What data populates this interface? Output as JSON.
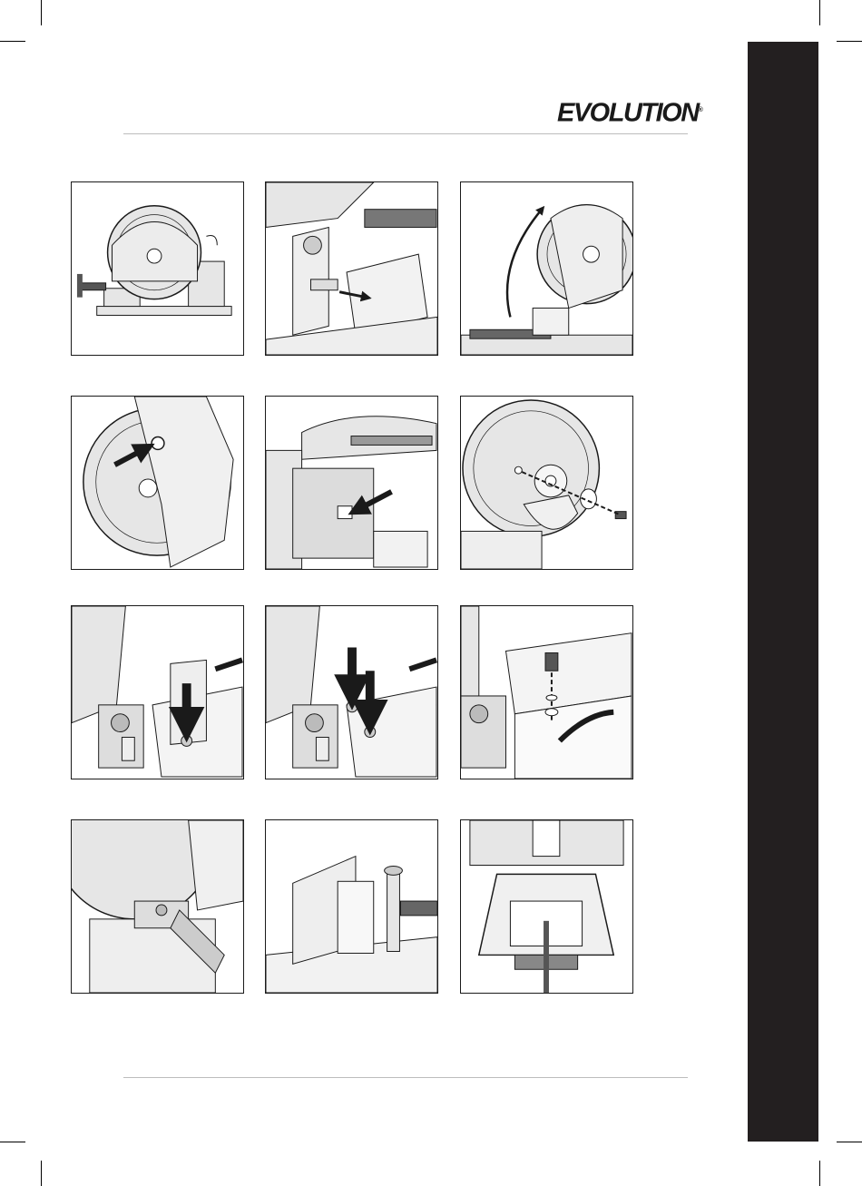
{
  "header": {
    "logo_text": "EVOLUTION",
    "logo_mark": "®"
  },
  "colors": {
    "ink": "#1a1a1a",
    "machine_grey": "#e6e6e6",
    "side_tab": "#231f20",
    "rule": "#bdbdbd"
  },
  "figures": [
    {
      "id": "fig-1",
      "subject": "saw-side-view-icon"
    },
    {
      "id": "fig-2",
      "subject": "pivot-lock-pin-icon"
    },
    {
      "id": "fig-3",
      "subject": "raise-head-arrow-icon"
    },
    {
      "id": "fig-4",
      "subject": "guard-screw-arrow-icon"
    },
    {
      "id": "fig-5",
      "subject": "spindle-lock-arrow-icon"
    },
    {
      "id": "fig-6",
      "subject": "blade-bolt-exploded-icon"
    },
    {
      "id": "fig-7",
      "subject": "fence-bolt-arrow-icon"
    },
    {
      "id": "fig-8",
      "subject": "fence-two-bolts-arrow-icon"
    },
    {
      "id": "fig-9",
      "subject": "fence-bolt-exploded-icon"
    },
    {
      "id": "fig-10",
      "subject": "guard-detail-icon"
    },
    {
      "id": "fig-11",
      "subject": "vice-clamp-icon"
    },
    {
      "id": "fig-12",
      "subject": "vice-front-view-icon"
    }
  ]
}
